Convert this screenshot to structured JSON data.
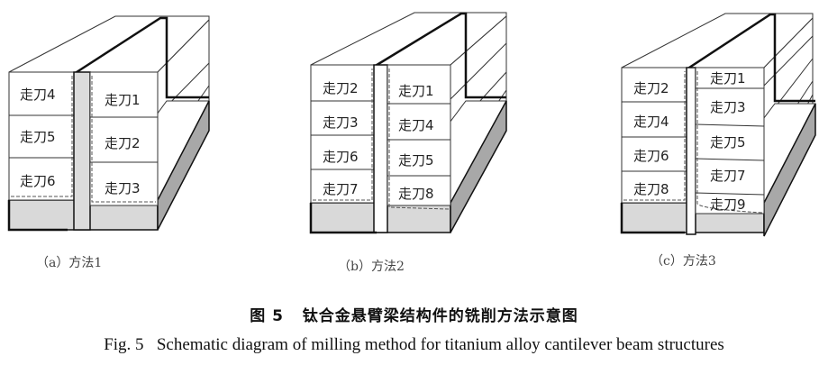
{
  "figure": {
    "number_cn": "图 5",
    "title_cn": "钛合金悬臂梁结构件的铣削方法示意图",
    "number_en": "Fig. 5",
    "title_en": "Schematic diagram of milling method for titanium alloy cantilever beam structures"
  },
  "panels": [
    {
      "id": "a",
      "caption": "（a）方法1",
      "left_labels": [
        "走刀4",
        "走刀5",
        "走刀6"
      ],
      "right_labels": [
        "走刀1",
        "走刀2",
        "走刀3"
      ]
    },
    {
      "id": "b",
      "caption": "（b）方法2",
      "left_labels": [
        "走刀2",
        "走刀3",
        "走刀6",
        "走刀7"
      ],
      "right_labels": [
        "走刀1",
        "走刀4",
        "走刀5",
        "走刀8"
      ]
    },
    {
      "id": "c",
      "caption": "（c）方法3",
      "left_labels": [
        "走刀2",
        "走刀4",
        "走刀6",
        "走刀8"
      ],
      "right_labels": [
        "走刀1",
        "走刀3",
        "走刀5",
        "走刀7",
        "走刀9"
      ]
    }
  ],
  "colors": {
    "outline": "#1a1a1a",
    "face": "#ffffff",
    "base_fill": "#d9d9d9",
    "side_shade": "#a8a8a8",
    "web_fill": "#dcdcdc"
  }
}
